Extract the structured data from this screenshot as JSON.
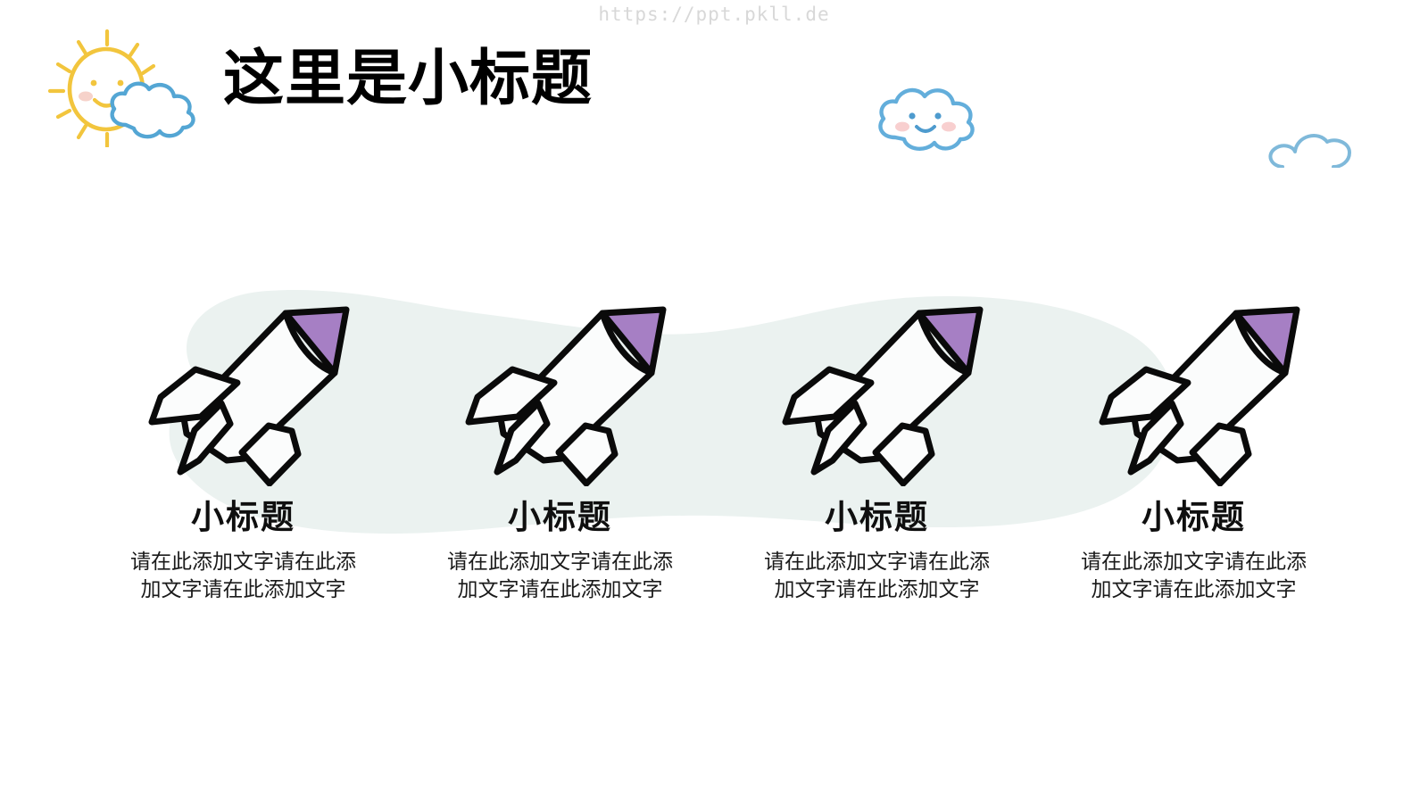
{
  "watermark": {
    "text": "https://ppt.pkll.de"
  },
  "header": {
    "title": "这里是小标题"
  },
  "decorations": [
    {
      "name": "sun-with-face",
      "color": "#F2C53D",
      "blush_color": "#F6D2CA"
    },
    {
      "name": "cloud-behind-sun",
      "color": "#54A6D4"
    },
    {
      "name": "cloud-with-face",
      "color": "#63AEDB",
      "blush_color": "#F8CFCF"
    },
    {
      "name": "cloud-plain-right",
      "color": "#7FB9DA"
    }
  ],
  "theme": {
    "background": "#FFFFFF",
    "blob_fill": "#EBF2F0",
    "rocket_nose": "#A67FC4",
    "rocket_body": "#FBFCFC",
    "rocket_outline": "#0A0A0A",
    "heading_color": "#0F0F0F",
    "body_color": "#1A1A1A",
    "watermark_color": "#D8D8D8"
  },
  "main": {
    "columns": [
      {
        "icon": "rocket-icon",
        "heading": "小标题",
        "body": "请在此添加文字请在此添加文字请在此添加文字"
      },
      {
        "icon": "rocket-icon",
        "heading": "小标题",
        "body": "请在此添加文字请在此添加文字请在此添加文字"
      },
      {
        "icon": "rocket-icon",
        "heading": "小标题",
        "body": "请在此添加文字请在此添加文字请在此添加文字"
      },
      {
        "icon": "rocket-icon",
        "heading": "小标题",
        "body": "请在此添加文字请在此添加文字请在此添加文字"
      }
    ]
  }
}
